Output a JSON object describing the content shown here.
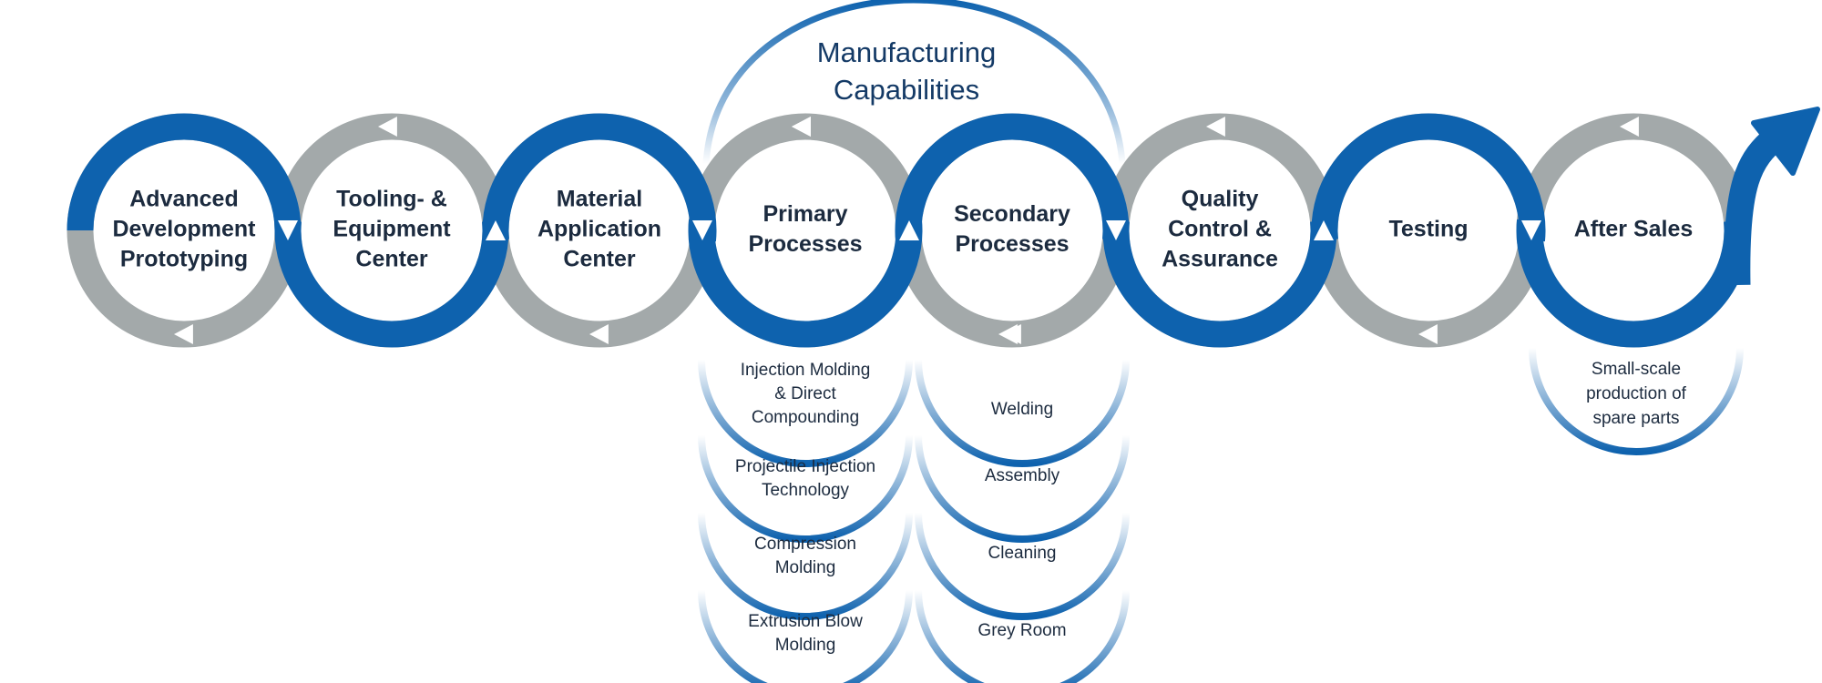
{
  "title": [
    "Manufacturing",
    "Capabilities"
  ],
  "colors": {
    "blue": "#0e62ae",
    "grey": "#a3a9aa",
    "text": "#1c2b3f",
    "title": "#143a66",
    "arrow_marker": "#ffffff"
  },
  "stages": [
    {
      "id": "advanced-development-prototyping",
      "lines": [
        "Advanced",
        "Development",
        "Prototyping"
      ],
      "ring": "half-blue-top"
    },
    {
      "id": "tooling-equipment-center",
      "lines": [
        "Tooling- &",
        "Equipment",
        "Center"
      ],
      "ring": "blue-bottom"
    },
    {
      "id": "material-application-center",
      "lines": [
        "Material",
        "Application",
        "Center"
      ],
      "ring": "blue-top"
    },
    {
      "id": "primary-processes",
      "lines": [
        "Primary",
        "Processes"
      ],
      "ring": "blue-bottom"
    },
    {
      "id": "secondary-processes",
      "lines": [
        "Secondary",
        "Processes"
      ],
      "ring": "blue-top"
    },
    {
      "id": "quality-control-assurance",
      "lines": [
        "Quality",
        "Control &",
        "Assurance"
      ],
      "ring": "blue-bottom"
    },
    {
      "id": "testing",
      "lines": [
        "Testing"
      ],
      "ring": "blue-top"
    },
    {
      "id": "after-sales",
      "lines": [
        "After Sales"
      ],
      "ring": "blue-bottom"
    }
  ],
  "primary_processes": [
    [
      "Injection Molding",
      "& Direct",
      "Compounding"
    ],
    [
      "Projectile Injection",
      "Technology"
    ],
    [
      "Compression",
      "Molding"
    ],
    [
      "Extrusion Blow",
      "Molding"
    ]
  ],
  "secondary_processes": [
    [
      "Welding"
    ],
    [
      "Assembly"
    ],
    [
      "Cleaning"
    ],
    [
      "Grey Room"
    ]
  ],
  "after_sales_sub": [
    [
      "Small-scale",
      "production of",
      "spare parts"
    ]
  ]
}
